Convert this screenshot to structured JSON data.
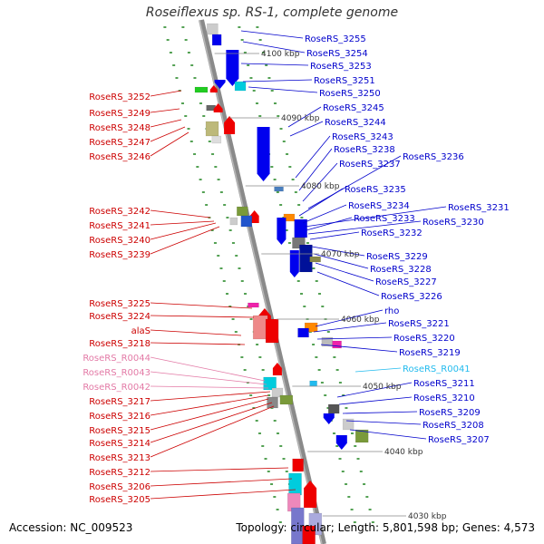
{
  "title": "Roseiflexus sp. RS-1, complete genome",
  "footer": {
    "accession": "Accession: NC_009523",
    "summary": "Topology: circular; Length: 5,801,598 bp; Genes: 4,573"
  },
  "colors": {
    "forward_label": "#cc0000",
    "reverse_label": "#0000cc",
    "rrna_label": "#e37aa6",
    "trna_label": "#22bbee",
    "backbone": "#7f7f7f",
    "track_dots": "#2a8a2a"
  },
  "kbp_marks": [
    "4100 kbp",
    "4090 kbp",
    "4080 kbp",
    "4070 kbp",
    "4060 kbp",
    "4050 kbp",
    "4040 kbp",
    "4030 kbp"
  ],
  "left_labels": [
    {
      "text": "RoseRS_3252",
      "type": "forward"
    },
    {
      "text": "RoseRS_3249",
      "type": "forward"
    },
    {
      "text": "RoseRS_3248",
      "type": "forward"
    },
    {
      "text": "RoseRS_3247",
      "type": "forward"
    },
    {
      "text": "RoseRS_3246",
      "type": "forward"
    },
    {
      "text": "RoseRS_3242",
      "type": "forward"
    },
    {
      "text": "RoseRS_3241",
      "type": "forward"
    },
    {
      "text": "RoseRS_3240",
      "type": "forward"
    },
    {
      "text": "RoseRS_3239",
      "type": "forward"
    },
    {
      "text": "RoseRS_3225",
      "type": "forward"
    },
    {
      "text": "RoseRS_3224",
      "type": "forward"
    },
    {
      "text": "alaS",
      "type": "forward"
    },
    {
      "text": "RoseRS_3218",
      "type": "forward"
    },
    {
      "text": "RoseRS_R0044",
      "type": "rrna"
    },
    {
      "text": "RoseRS_R0043",
      "type": "rrna"
    },
    {
      "text": "RoseRS_R0042",
      "type": "rrna"
    },
    {
      "text": "RoseRS_3217",
      "type": "forward"
    },
    {
      "text": "RoseRS_3216",
      "type": "forward"
    },
    {
      "text": "RoseRS_3215",
      "type": "forward"
    },
    {
      "text": "RoseRS_3214",
      "type": "forward"
    },
    {
      "text": "RoseRS_3213",
      "type": "forward"
    },
    {
      "text": "RoseRS_3212",
      "type": "forward"
    },
    {
      "text": "RoseRS_3206",
      "type": "forward"
    },
    {
      "text": "RoseRS_3205",
      "type": "forward"
    }
  ],
  "right_labels": [
    {
      "text": "RoseRS_3255",
      "type": "reverse"
    },
    {
      "text": "RoseRS_3254",
      "type": "reverse"
    },
    {
      "text": "RoseRS_3253",
      "type": "reverse"
    },
    {
      "text": "RoseRS_3251",
      "type": "reverse"
    },
    {
      "text": "RoseRS_3250",
      "type": "reverse"
    },
    {
      "text": "RoseRS_3245",
      "type": "reverse"
    },
    {
      "text": "RoseRS_3244",
      "type": "reverse"
    },
    {
      "text": "RoseRS_3243",
      "type": "reverse"
    },
    {
      "text": "RoseRS_3238",
      "type": "reverse"
    },
    {
      "text": "RoseRS_3237",
      "type": "reverse"
    },
    {
      "text": "RoseRS_3236",
      "type": "reverse"
    },
    {
      "text": "RoseRS_3235",
      "type": "reverse"
    },
    {
      "text": "RoseRS_3234",
      "type": "reverse"
    },
    {
      "text": "RoseRS_3231",
      "type": "reverse"
    },
    {
      "text": "RoseRS_3233",
      "type": "reverse"
    },
    {
      "text": "RoseRS_3230",
      "type": "reverse"
    },
    {
      "text": "RoseRS_3232",
      "type": "reverse"
    },
    {
      "text": "RoseRS_3229",
      "type": "reverse"
    },
    {
      "text": "RoseRS_3228",
      "type": "reverse"
    },
    {
      "text": "RoseRS_3227",
      "type": "reverse"
    },
    {
      "text": "RoseRS_3226",
      "type": "reverse"
    },
    {
      "text": "rho",
      "type": "reverse"
    },
    {
      "text": "RoseRS_3221",
      "type": "reverse"
    },
    {
      "text": "RoseRS_3220",
      "type": "reverse"
    },
    {
      "text": "RoseRS_3219",
      "type": "reverse"
    },
    {
      "text": "RoseRS_R0041",
      "type": "trna"
    },
    {
      "text": "RoseRS_3211",
      "type": "reverse"
    },
    {
      "text": "RoseRS_3210",
      "type": "reverse"
    },
    {
      "text": "RoseRS_3209",
      "type": "reverse"
    },
    {
      "text": "RoseRS_3208",
      "type": "reverse"
    },
    {
      "text": "RoseRS_3207",
      "type": "reverse"
    }
  ]
}
